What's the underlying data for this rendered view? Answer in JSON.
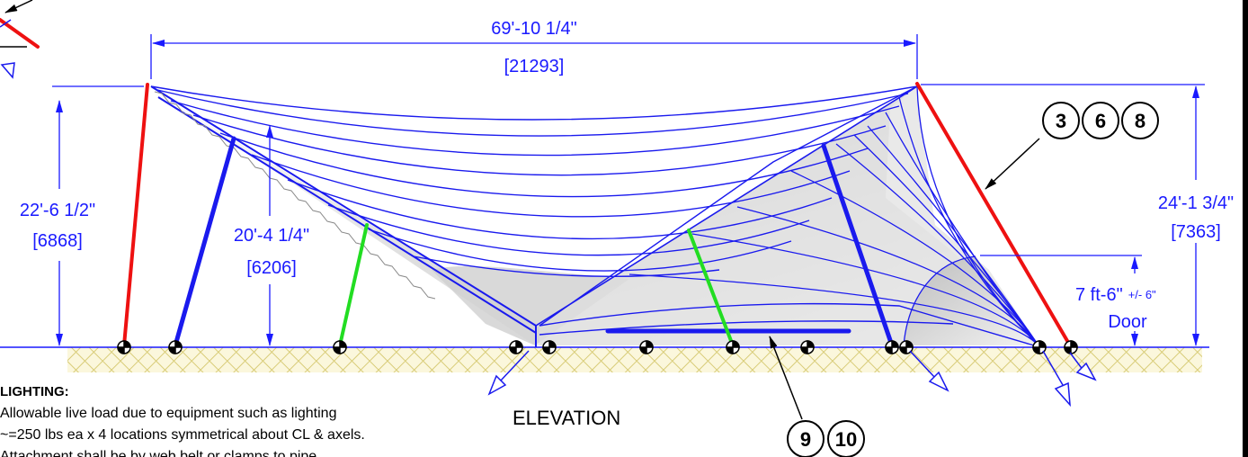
{
  "dimensions": {
    "overall_width": "69'-10 1/4\"",
    "overall_width_mm": "[21293]",
    "left_height": "22'-6 1/2\"",
    "left_height_mm": "[6868]",
    "inner_height": "20'-4 1/4\"",
    "inner_height_mm": "[6206]",
    "right_height": "24'-1 3/4\"",
    "right_height_mm": "[7363]",
    "door_height": "7 ft-6\"",
    "door_tolerance": "+/- 6\"",
    "door_label": "Door"
  },
  "callouts": {
    "group_a": [
      "3",
      "6",
      "8"
    ],
    "group_b": [
      "9",
      "10"
    ]
  },
  "view_title": "ELEVATION",
  "lighting_note": {
    "heading": "LIGHTING:",
    "lines": [
      "Allowable live load due to equipment such as lighting",
      "~=250 lbs ea x 4 locations symmetrical about CL & axels.",
      "Attachment shall be by web belt or clamps to pipe"
    ]
  },
  "colors": {
    "dimension_blue": "#1a1aff",
    "structure_blue": "#1a1aee",
    "mast_red": "#ee1111",
    "strut_green": "#22dd22",
    "ground_hatch": "#e6dc8c"
  }
}
